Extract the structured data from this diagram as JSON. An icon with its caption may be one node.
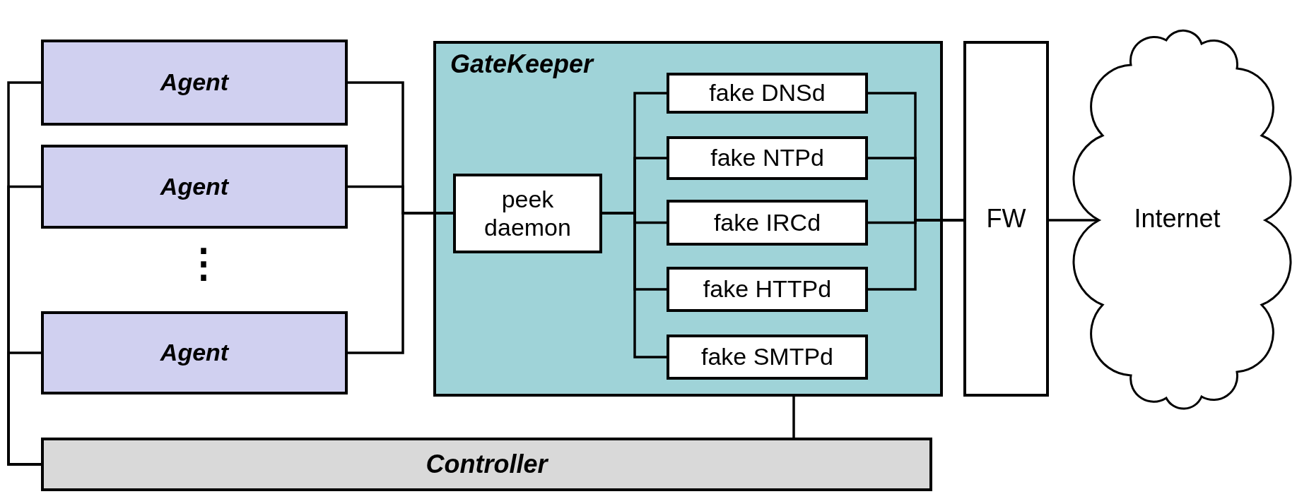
{
  "diagram": {
    "nodes": [
      {
        "text": [
          "Agent"
        ]
      },
      {
        "text": [
          "Agent"
        ]
      },
      {
        "text": [
          "Agent"
        ]
      },
      {
        "text": [
          "GateKeeper"
        ]
      },
      {
        "text": [
          "peek daemon"
        ],
        "in": 3
      },
      {
        "text": [
          "fake DNSd"
        ],
        "in": 3
      },
      {
        "text": [
          "fake NTPd"
        ],
        "in": 3
      },
      {
        "text": [
          "fake IRCd"
        ],
        "in": 3
      },
      {
        "text": [
          "fake HTTPd"
        ],
        "in": 3
      },
      {
        "text": [
          "fake SMTPd"
        ],
        "in": 3
      },
      {
        "text": [
          "FW"
        ]
      },
      {
        "text": [
          "Internet"
        ]
      },
      {
        "text": [
          "Controller"
        ]
      }
    ],
    "edges": [
      {
        "from": 0,
        "to": 4,
        "arrow": "none"
      },
      {
        "from": 0,
        "to": 12,
        "arrow": "none"
      },
      {
        "from": 1,
        "to": 4,
        "arrow": "none"
      },
      {
        "from": 1,
        "to": 12,
        "arrow": "none"
      },
      {
        "from": 2,
        "to": 4,
        "arrow": "none"
      },
      {
        "from": 2,
        "to": 12,
        "arrow": "none"
      },
      {
        "from": 4,
        "to": 5,
        "arrow": "none"
      },
      {
        "from": 4,
        "to": 6,
        "arrow": "none"
      },
      {
        "from": 4,
        "to": 7,
        "arrow": "none"
      },
      {
        "from": 4,
        "to": 8,
        "arrow": "none"
      },
      {
        "from": 4,
        "to": 9,
        "arrow": "none"
      },
      {
        "from": 5,
        "to": 10,
        "arrow": "none"
      },
      {
        "from": 6,
        "to": 10,
        "arrow": "none"
      },
      {
        "from": 7,
        "to": 10,
        "arrow": "none"
      },
      {
        "from": 8,
        "to": 10,
        "arrow": "none"
      },
      {
        "from": 10,
        "to": 11,
        "arrow": "none"
      },
      {
        "from": 3,
        "to": 12,
        "arrow": "none"
      }
    ],
    "labels": [
      "⋮"
    ]
  }
}
